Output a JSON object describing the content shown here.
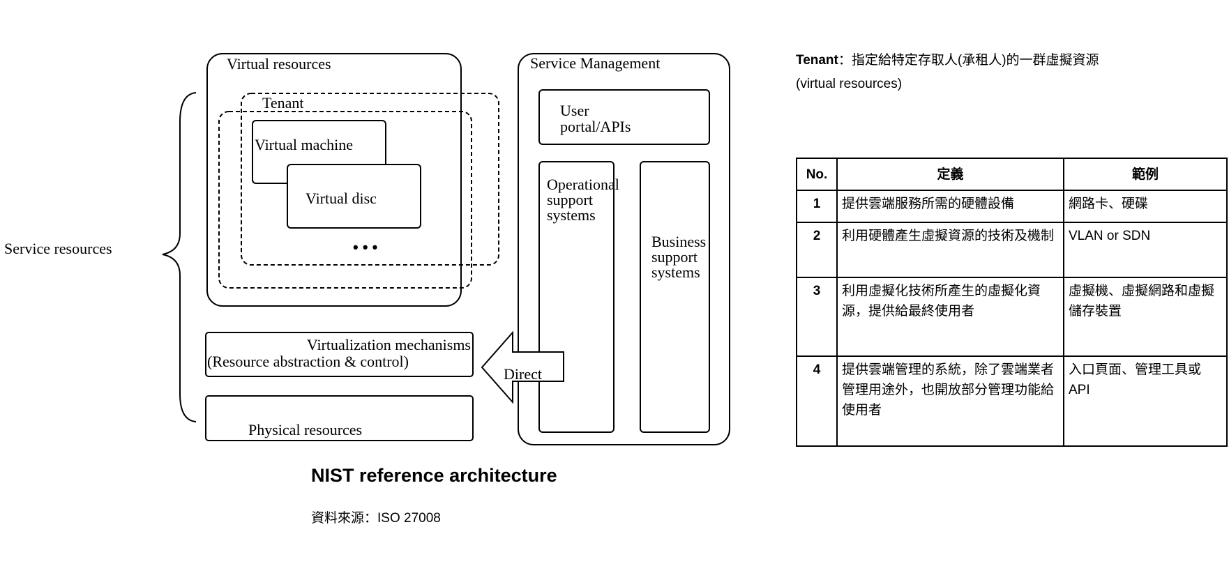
{
  "diagram": {
    "service_resources_label": "Service resources",
    "virtual_resources_label": "Virtual resources",
    "tenant_label": "Tenant",
    "virtual_machine_label": "Virtual machine",
    "virtual_disc_label": "Virtual disc",
    "ellipsis": "• • •",
    "virtualization_line1": "Virtualization mechanisms",
    "virtualization_line2": "(Resource abstraction & control)",
    "physical_resources_label": "Physical resources",
    "direct_label": "Direct",
    "service_management_label": "Service Management",
    "user_portal_line1": "User",
    "user_portal_line2": "portal/APIs",
    "oss_line1": "Operational",
    "oss_line2": "support",
    "oss_line3": "systems",
    "bss_line1": "Business",
    "bss_line2": "support",
    "bss_line3": "systems"
  },
  "caption": {
    "title": "NIST reference architecture",
    "source": "資料來源：ISO 27008"
  },
  "note": {
    "term": "Tenant",
    "definition": "：指定給特定存取人(承租人)的一群虛擬資源",
    "definition_en": "(virtual resources)"
  },
  "table": {
    "headers": [
      "No.",
      "定義",
      "範例"
    ],
    "rows": [
      {
        "no": "1",
        "definition": "提供雲端服務所需的硬體設備",
        "example": "網路卡、硬碟"
      },
      {
        "no": "2",
        "definition": "利用硬體產生虛擬資源的技術及機制",
        "example": "VLAN or SDN"
      },
      {
        "no": "3",
        "definition": "利用虛擬化技術所產生的虛擬化資源，提供給最終使用者",
        "example": "虛擬機、虛擬網路和虛擬儲存裝置"
      },
      {
        "no": "4",
        "definition": "提供雲端管理的系統，除了雲端業者管理用途外，也開放部分管理功能給使用者",
        "example": "入口頁面、管理工具或API"
      }
    ]
  }
}
